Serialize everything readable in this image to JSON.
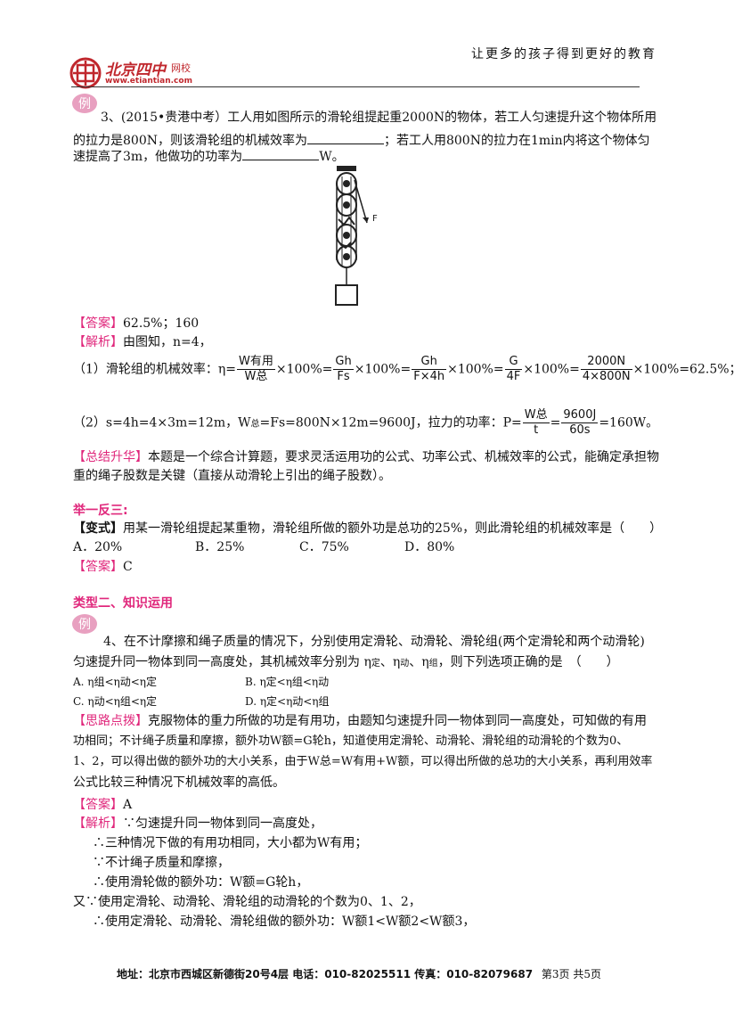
{
  "header": {
    "logo_main": "北京四中",
    "logo_sub": "网校",
    "logo_url": "www.etiantian.com",
    "slogan": "让更多的孩子得到更好的教育"
  },
  "badge_label": "例",
  "q3": {
    "line1": "3、(2015•贵港中考）工人用如图所示的滑轮组提起重2000N的物体，若工人匀速提升这个物体所用",
    "line2a": "的拉力是800N，则该滑轮组的机械效率为",
    "line2b": "；若工人用800N的拉力在1min内将这个物体匀",
    "line3a": "速提高了3m，他做功的功率为",
    "line3b": "W。",
    "figure_label": "F",
    "answer_tag": "【答案】",
    "answer": "62.5%；160",
    "analysis_tag": "【解析】",
    "analysis": "由图知，n=4，",
    "eff_prefix": "（1）滑轮组的机械效率：η=",
    "eff": {
      "f1_num": "W有用",
      "f1_den": "W总",
      "mul1": "×100%=",
      "f2_num": "Gh",
      "f2_den": "Fs",
      "mul2": "×100%=",
      "f3_num": "Gh",
      "f3_den": "F×4h",
      "mul3": "×100%=",
      "f4_num": "G",
      "f4_den": "4F",
      "mul4": "×100%=",
      "f5_num": "2000N",
      "f5_den": "4×800N",
      "mul5": "×100%=62.5%；"
    },
    "power_prefix": "（2）s=4h=4×3m=12m，W",
    "power_sub": "总",
    "power_mid": "=Fs=800N×12m=9600J，拉力的功率：P=",
    "p1_num": "W总",
    "p1_den": "t",
    "p_eq": "=",
    "p2_num": "9600J",
    "p2_den": "60s",
    "power_suffix": "=160W。",
    "summary_tag": "【总结升华】",
    "summary1": "本题是一个综合计算题，要求灵活运用功的公式、功率公式、机械效率的公式，能确定承担物",
    "summary2": "重的绳子股数是关键（直接从动滑轮上引出的绳子股数）。"
  },
  "variant": {
    "heading": "举一反三:",
    "tag": "【变式】",
    "text": "用某一滑轮组提起某重物，滑轮组所做的额外功是总功的25%，则此滑轮组的机械效率是（　　）",
    "options": [
      "A．20%",
      "B．25%",
      "C．75%",
      "D．80%"
    ],
    "answer_tag": "【答案】",
    "answer": "C"
  },
  "type2": {
    "heading": "类型二、知识运用"
  },
  "q4": {
    "line1": "4、在不计摩擦和绳子质量的情况下，分别使用定滑轮、动滑轮、滑轮组(两个定滑轮和两个动滑轮)",
    "line2": "匀速提升同一物体到同一高度处，其机械效率分别为 η",
    "line2_s1": "定",
    "line2_m1": "、η",
    "line2_s2": "动",
    "line2_m2": "、η",
    "line2_s3": "组",
    "line2_end": "，则下列选项正确的是　（　　）",
    "optA": "A. η组<η动<η定",
    "optB": "B. η定<η组<η动",
    "optC": "C. η动<η组<η定",
    "optD": "D. η定<η动<η组",
    "hint_tag": "【思路点拨】",
    "hint1": "克服物体的重力所做的功是有用功，由题知匀速提升同一物体到同一高度处，可知做的有用",
    "hint2": "功相同；不计绳子质量和摩擦，额外功W额=G轮h，知道使用定滑轮、动滑轮、滑轮组的动滑轮的个数为0、",
    "hint3": "1、2，可以得出做的额外功的大小关系，由于W总=W有用+W额，可以得出所做的总功的大小关系，再利用效率",
    "hint4": "公式比较三种情况下机械效率的高低。",
    "answer_tag": "【答案】",
    "answer": "A",
    "analysis_tag": "【解析】",
    "analysis1": "∵匀速提升同一物体到同一高度处，",
    "analysis2": "∴三种情况下做的有用功相同，大小都为W有用；",
    "analysis3": "∵不计绳子质量和摩擦，",
    "analysis4": "∴使用滑轮做的额外功：W额=G轮h，",
    "analysis5": "又∵使用定滑轮、动滑轮、滑轮组的动滑轮的个数为0、1、2，",
    "analysis6": "∴使用定滑轮、动滑轮、滑轮组做的额外功：W额1<W额2<W额3，"
  },
  "footer": {
    "address": "地址：北京市西城区新德街20号4层 电话：010-82025511 传真：010-82079687",
    "page": "第3页 共5页"
  },
  "colors": {
    "accent": "#e0287c",
    "logo_red": "#c0272d"
  }
}
